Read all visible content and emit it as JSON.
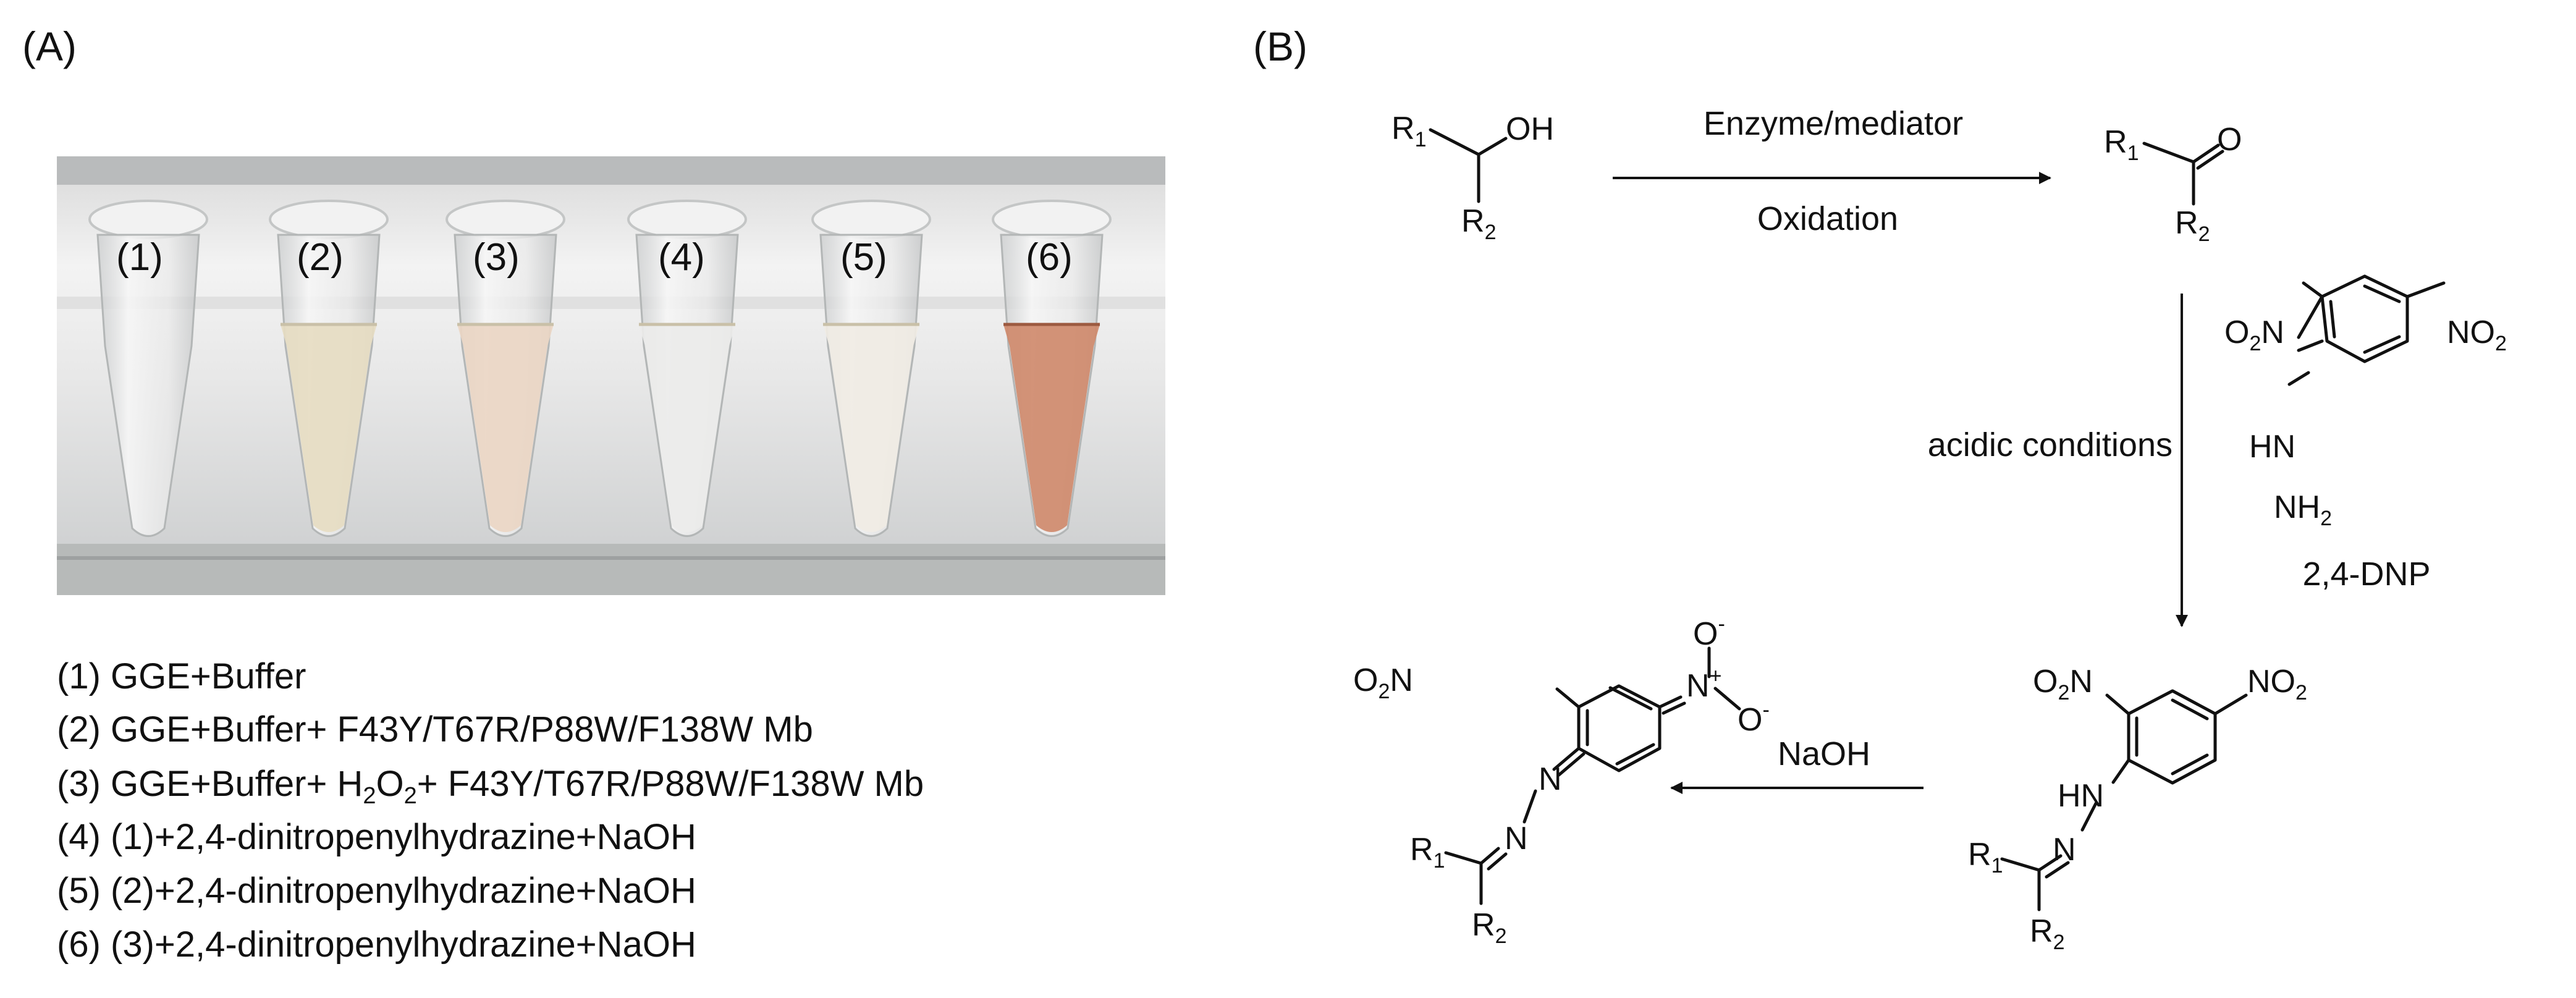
{
  "panel_a": {
    "label": "(A)",
    "tube_labels": [
      "(1)",
      "(2)",
      "(3)",
      "(4)",
      "(5)",
      "(6)"
    ],
    "legend": [
      {
        "text": "(1) GGE+Buffer"
      },
      {
        "text": "(2) GGE+Buffer+ F43Y/T67R/P88W/F138W Mb"
      },
      {
        "a": "(3) GGE+Buffer+ H",
        "s1": "2",
        "b": "O",
        "s2": "2",
        "c": "+ F43Y/T67R/P88W/F138W Mb"
      },
      {
        "text": "(4) (1)+2,4-dinitropenylhydrazine+NaOH"
      },
      {
        "text": "(5) (2)+2,4-dinitropenylhydrazine+NaOH"
      },
      {
        "text": "(6) (3)+2,4-dinitropenylhydrazine+NaOH"
      }
    ]
  },
  "panel_b": {
    "label": "(B)",
    "arrow1_top": "Enzyme/mediator",
    "arrow1_bottom": "Oxidation",
    "arrow2_label": "acidic conditions",
    "arrow3_label": "NaOH",
    "reagent_name": "2,4-DNP",
    "atoms": {
      "R": "R",
      "sub1": "1",
      "sub2": "2",
      "OH": "OH",
      "O": "O",
      "NO": "NO",
      "N": "N",
      "HN": "HN",
      "H": "H",
      "NH": "NH",
      "minus": "-",
      "plus": "+"
    }
  }
}
